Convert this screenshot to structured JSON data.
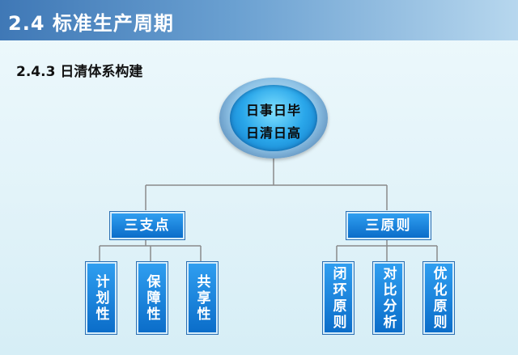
{
  "header": {
    "title": "2.4  标准生产周期"
  },
  "section": {
    "subtitle": "2.4.3 日清体系构建"
  },
  "diagram": {
    "root": {
      "line1": "日事日毕",
      "line2": "日清日高"
    },
    "branches": [
      {
        "label": "三支点",
        "children": [
          "计划性",
          "保障性",
          "共享性"
        ]
      },
      {
        "label": "三原则",
        "children": [
          "闭环原则",
          "对比分析",
          "优化原则"
        ]
      }
    ],
    "colors": {
      "box": "#1a86dd",
      "connector": "#8a8a8a",
      "title_bar": "#3f78b6"
    }
  }
}
